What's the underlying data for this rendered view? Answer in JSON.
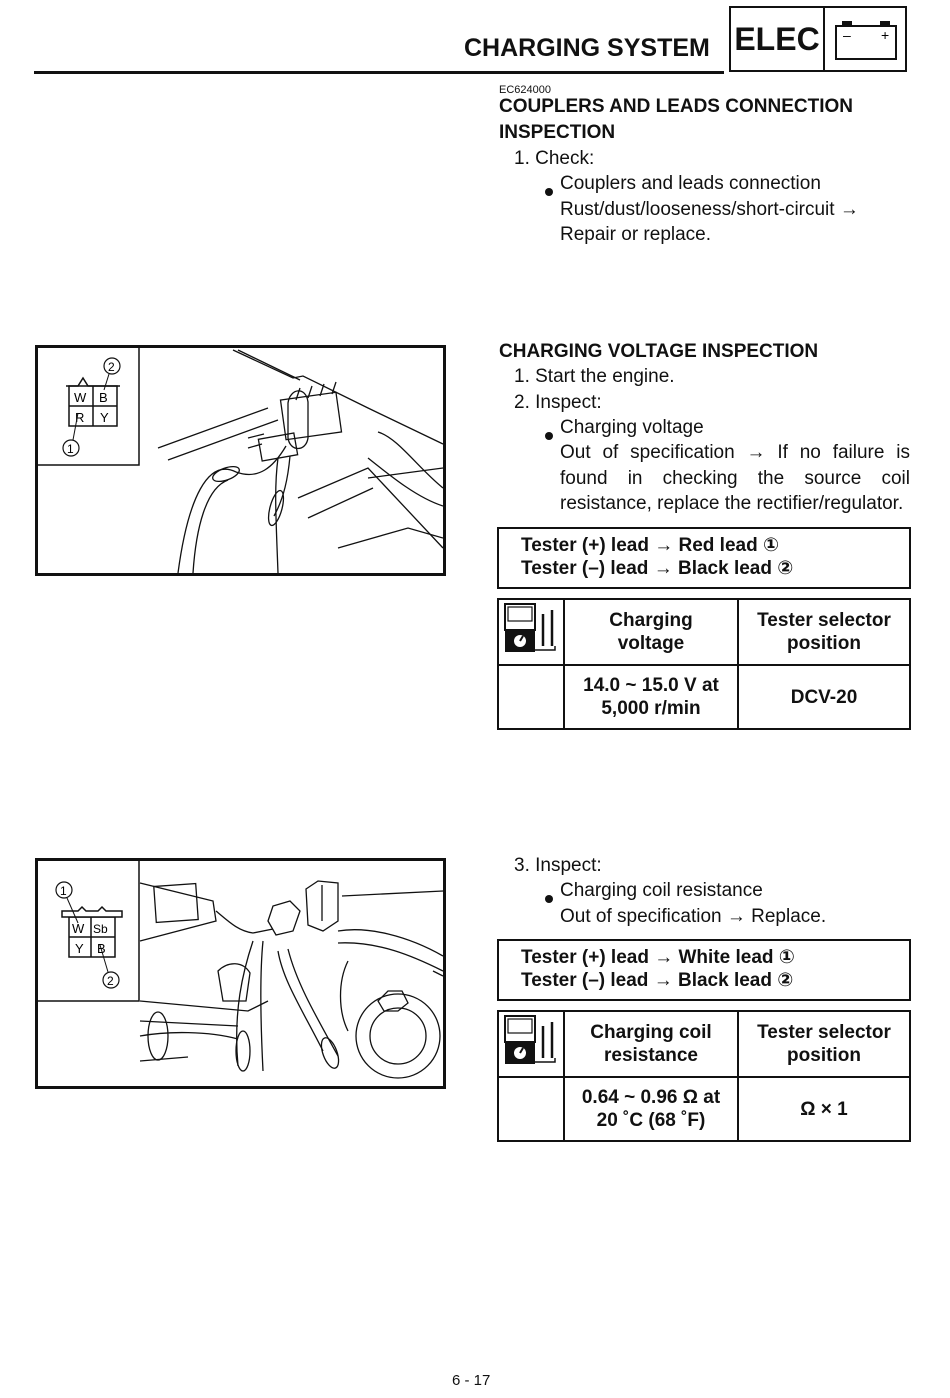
{
  "header": {
    "title": "CHARGING SYSTEM",
    "section": "ELEC",
    "section_icon": "battery-icon",
    "battery_minus": "–",
    "battery_plus": "+"
  },
  "couplers": {
    "code": "EC624000",
    "heading_line1": "COUPLERS AND LEADS CONNECTION",
    "heading_line2": "INSPECTION",
    "step1": "1.  Check:",
    "bullet": "Couplers and leads connection",
    "line2": "Rust/dust/looseness/short-circuit →",
    "line3": "Repair or replace."
  },
  "voltage": {
    "heading": "CHARGING VOLTAGE INSPECTION",
    "step1": "1.  Start the engine.",
    "step2": "2.  Inspect:",
    "bullet": "Charging voltage",
    "desc": "Out of specification → If no failure is found in checking the source coil resistance, replace the rectifier/regulator.",
    "tester_plus": "Tester (+) lead → Red lead ①",
    "tester_minus": "Tester (–) lead → Black lead ②",
    "col1": "Charging voltage",
    "col2": "Tester selector position",
    "val1_line1": "14.0 ~ 15.0 V at",
    "val1_line2": "5,000 r/min",
    "val2": "DCV-20"
  },
  "coil": {
    "step3": "3.  Inspect:",
    "bullet": "Charging coil resistance",
    "line2": "Out of specification → Replace.",
    "tester_plus": "Tester (+) lead → White lead ①",
    "tester_minus": "Tester (–) lead → Black lead ②",
    "col1": "Charging coil resistance",
    "col2": "Tester selector position",
    "val1_line1": "0.64 ~ 0.96 Ω at",
    "val1_line2": "20 ˚C (68 ˚F)",
    "val2": "Ω × 1"
  },
  "fig1": {
    "callout_1": "1",
    "callout_2": "2",
    "pins": [
      "W",
      "B",
      "R",
      "Y"
    ],
    "icon": "regulator-coupler-illustration"
  },
  "fig2": {
    "callout_1": "1",
    "callout_2": "2",
    "pins": [
      "W",
      "Sb",
      "Y",
      "B"
    ],
    "icon": "stator-coupler-illustration"
  },
  "meter_icon": "pocket-tester-icon",
  "page_number": "6 - 17"
}
